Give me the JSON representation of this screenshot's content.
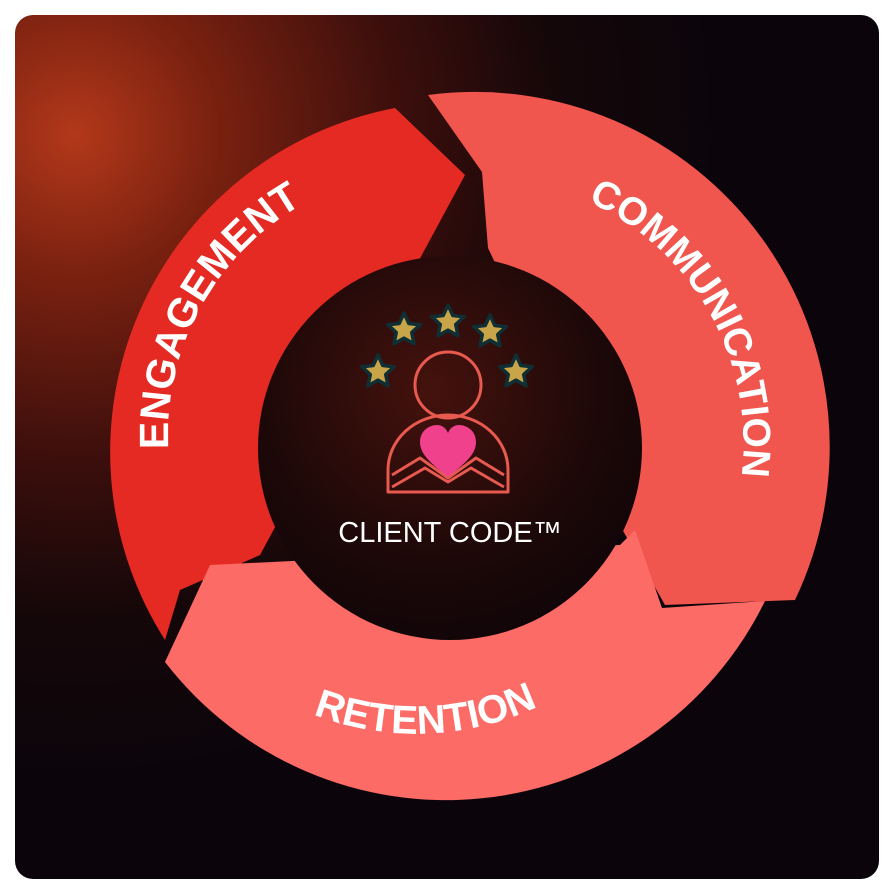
{
  "diagram": {
    "segments": [
      {
        "id": "engagement",
        "label": "ENGAGEMENT",
        "color": "#e42a22"
      },
      {
        "id": "communication",
        "label": "COMMUNICATION",
        "color": "#f0554e"
      },
      {
        "id": "retention",
        "label": "RETENTION",
        "color": "#fd6b66"
      }
    ],
    "center": {
      "label": "CLIENT CODE™",
      "icon": "client-love-icon",
      "rating_stars": 5,
      "star_color": "#c9a54a",
      "heart_color": "#f0418c",
      "outline_color": "#e85a4f"
    }
  }
}
